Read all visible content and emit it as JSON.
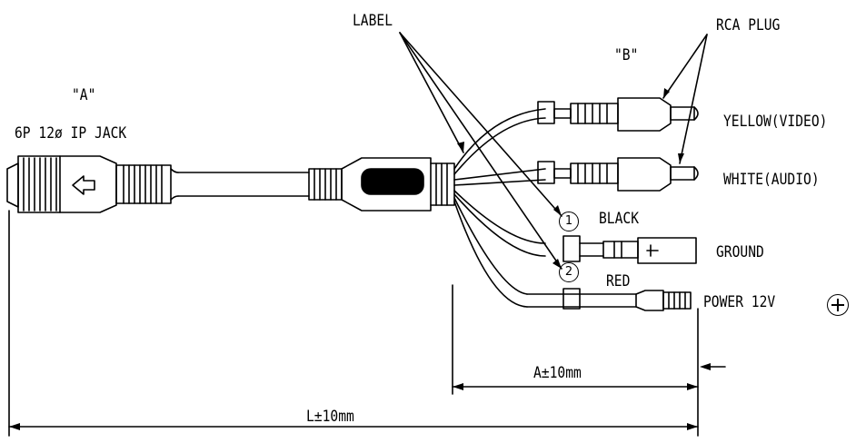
{
  "labels": {
    "a_tag": "\"A\"",
    "jack": "6P 12ø IP JACK",
    "label": "LABEL",
    "b_tag": "\"B\"",
    "rca_plug": "RCA PLUG",
    "yellow": "YELLOW(VIDEO)",
    "white": "WHITE(AUDIO)",
    "black": "BLACK",
    "ground": "GROUND",
    "red": "RED",
    "power": "POWER 12V",
    "a_dim": "A±10mm",
    "l_dim": "L±10mm",
    "num1": "①",
    "num2": "②"
  },
  "colors": {
    "line": "#000000",
    "background": "#ffffff"
  }
}
